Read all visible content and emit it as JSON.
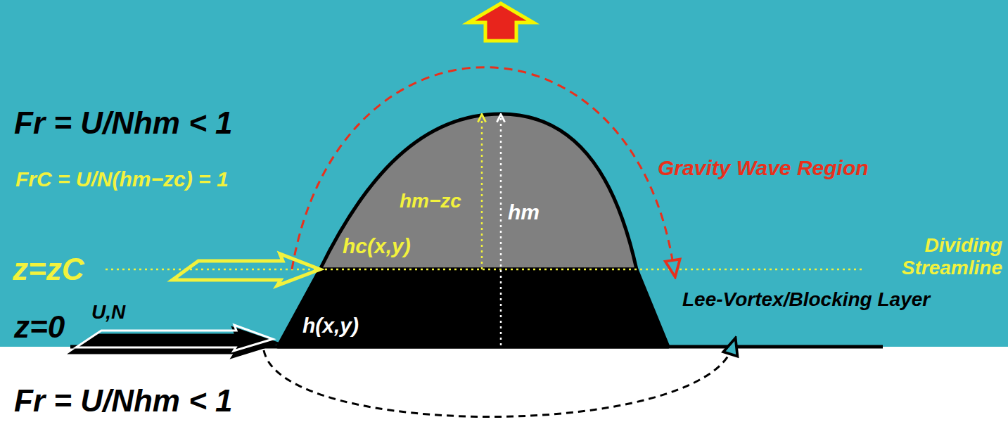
{
  "diagram": {
    "labels": [
      "Fr = U/Nhm < 1",
      "FrC = U/N(hm−zc) = 1",
      "hm−zc",
      "hm",
      "Gravity Wave Region",
      "hc(x,y)",
      "Dividing Streamline",
      "z=zC",
      "Lee-Vortex/Blocking Layer",
      "z=0",
      "U,N",
      "h(x,y)",
      "Fr = U/Nhm < 1"
    ]
  }
}
